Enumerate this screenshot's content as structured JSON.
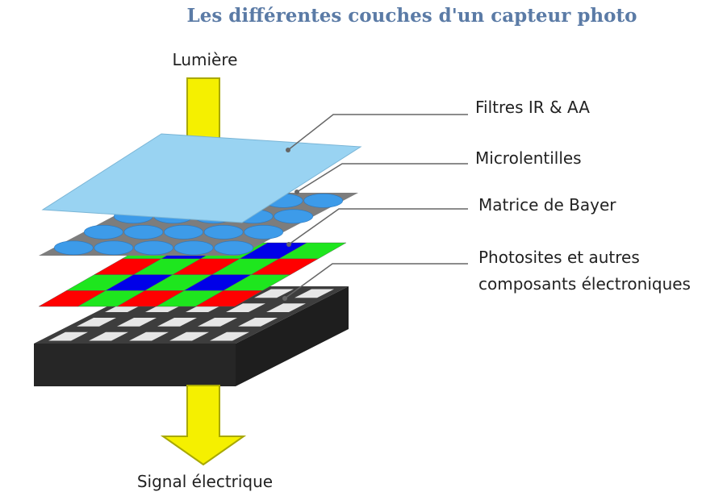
{
  "title": "Les différentes couches d'un capteur photo",
  "input_label": "Lumière",
  "output_label": "Signal électrique",
  "layers": [
    {
      "id": "filters",
      "label": "Filtres IR & AA"
    },
    {
      "id": "microlenses",
      "label": "Microlentilles"
    },
    {
      "id": "bayer",
      "label": "Matrice de Bayer"
    },
    {
      "id": "photosites",
      "label_line1": "Photosites et autres",
      "label_line2": "composants électroniques"
    }
  ],
  "colors": {
    "title": "#5b7ba6",
    "arrow_fill": "#f5f000",
    "arrow_stroke": "#a8a800",
    "filter": "#99d3f2",
    "lens_plate": "#7d7d7d",
    "lens": "#3d9be9",
    "bayer_red": "#ff0000",
    "bayer_green": "#1ee61e",
    "bayer_blue": "#0000e8",
    "chip_top": "#3d3d3d",
    "chip_front": "#262626",
    "photosite": "#e6e6e6",
    "leader": "#666666"
  }
}
